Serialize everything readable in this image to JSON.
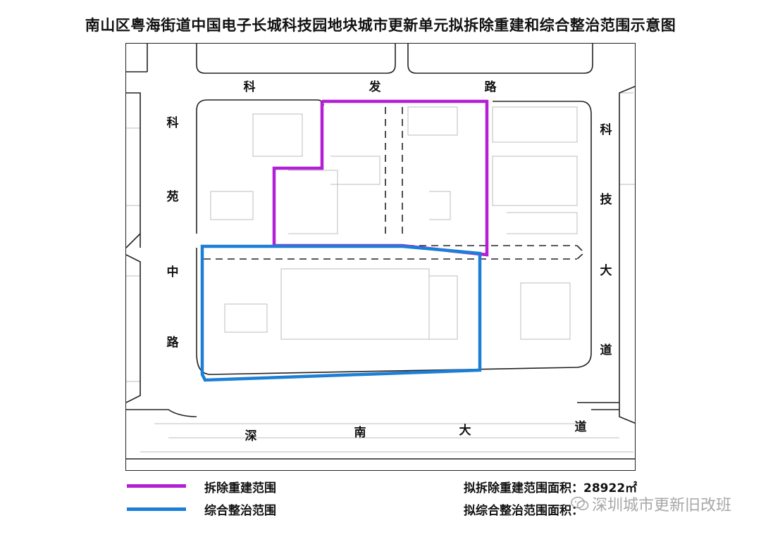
{
  "title": "南山区粤海街道中国电子长城科技园地块城市更新单元拟拆除重建和综合整治范围示意图",
  "roads": {
    "kefa_lu": [
      "科",
      "发",
      "路"
    ],
    "keyuan_zhonglu": [
      "科",
      "苑",
      "中",
      "路"
    ],
    "keji_dadao": [
      "科",
      "技",
      "大",
      "道"
    ],
    "shennan_dadao": [
      "深",
      "南",
      "大",
      "道"
    ]
  },
  "legend": {
    "demolition": {
      "label": "拆除重建范围",
      "color": "#B41ED6"
    },
    "renovation": {
      "label": "综合整治范围",
      "color": "#1C7FD6"
    }
  },
  "stats": {
    "demolition_area": "拟拆除重建范围面积：28922㎡",
    "renovation_area": "拟综合整治范围面积："
  },
  "watermark": {
    "text": "深圳城市更新旧改班",
    "icon": "wechat-icon"
  }
}
